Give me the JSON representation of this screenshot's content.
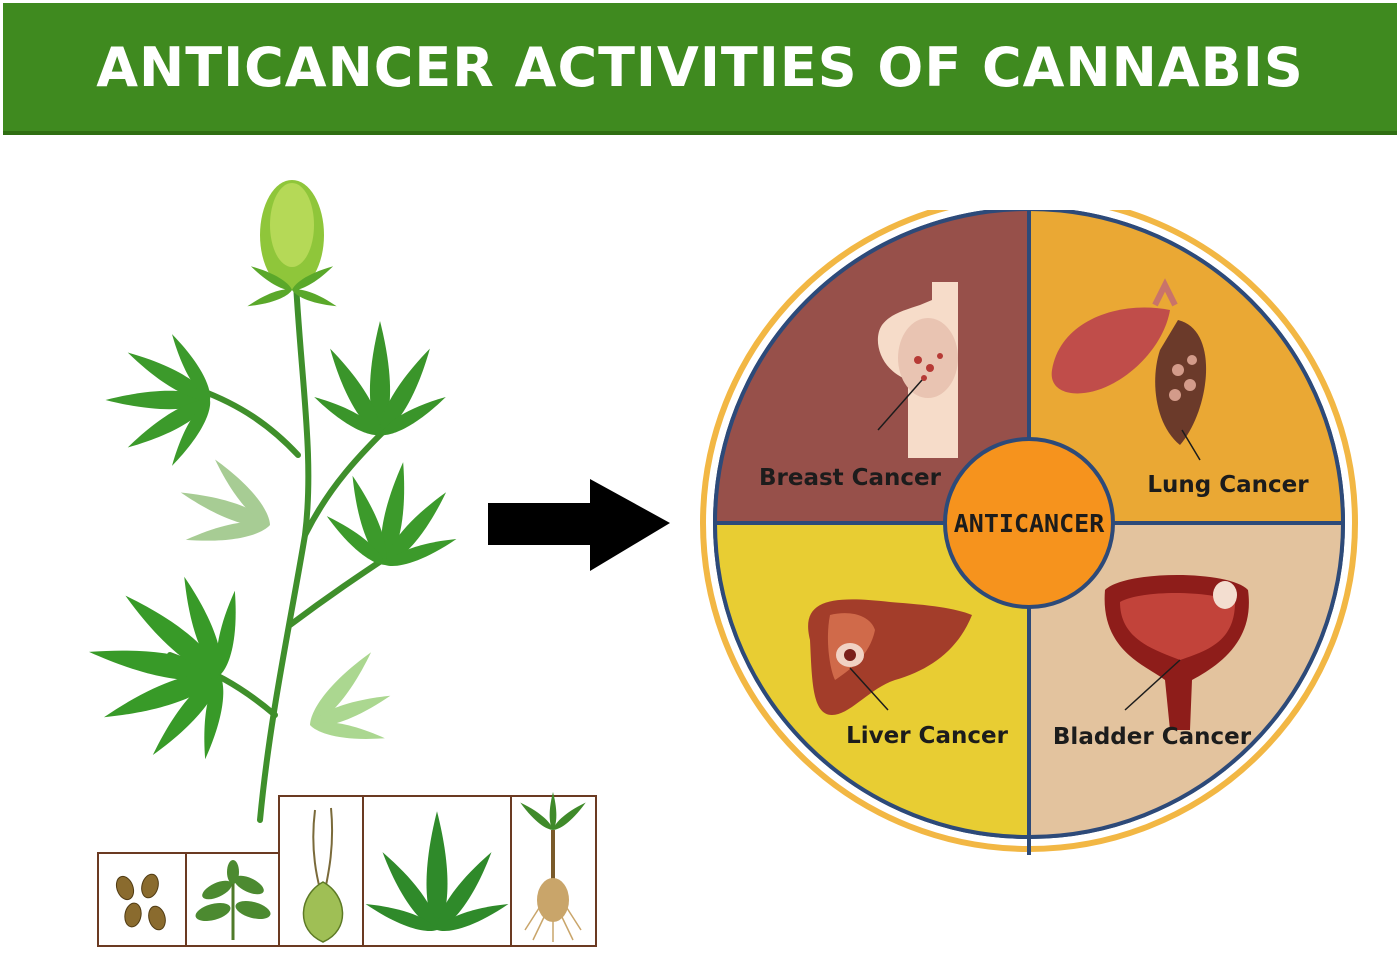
{
  "header": {
    "title": "ANTICANCER ACTIVITIES OF CANNABIS"
  },
  "wheel": {
    "center_label": "ANTICANCER",
    "quadrants": [
      {
        "label": "Breast Cancer",
        "color": "#97504a",
        "icon": "breast-icon"
      },
      {
        "label": "Lung Cancer",
        "color": "#eaa834",
        "icon": "lungs-icon"
      },
      {
        "label": "Liver Cancer",
        "color": "#e8cd33",
        "icon": "liver-icon"
      },
      {
        "label": "Bladder Cancer",
        "color": "#e3c39e",
        "icon": "bladder-icon"
      }
    ],
    "center_color": "#f6931d",
    "ring_color": "#f2b744",
    "divider_color": "#2d4a79"
  },
  "plant_parts": [
    {
      "icon": "seeds-icon"
    },
    {
      "icon": "sprout-icon"
    },
    {
      "icon": "flower-bud-icon"
    },
    {
      "icon": "leaf-icon"
    },
    {
      "icon": "root-icon"
    }
  ],
  "colors": {
    "banner": "#3f8a1f",
    "leaf": "#3a9a2a",
    "arrow": "#000000"
  }
}
